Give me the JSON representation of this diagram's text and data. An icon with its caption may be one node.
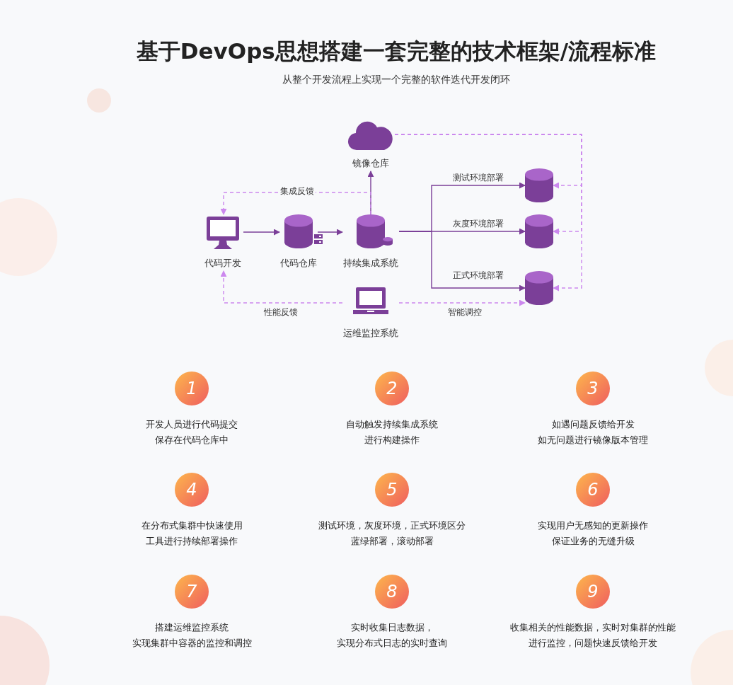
{
  "diagram": {
    "title": "基于DevOps思想搭建一套完整的技术框架/流程标准",
    "caption": "从整个开发流程上实现一个完整的软件迭代开发闭环",
    "nodes": [
      {
        "text": [
          "代码开发"
        ]
      },
      {
        "text": [
          "代码仓库"
        ]
      },
      {
        "text": [
          "持续集成系统"
        ]
      },
      {
        "text": [
          "镜像仓库"
        ]
      },
      {
        "text": [],
        "shape": "cylinder"
      },
      {
        "text": [],
        "shape": "cylinder"
      },
      {
        "text": [],
        "shape": "cylinder"
      },
      {
        "text": [
          "运维监控系统"
        ]
      },
      {
        "text": [
          "1"
        ],
        "beside": [
          "开发人员进行代码提交",
          "保存在代码仓库中"
        ]
      },
      {
        "text": [
          "2"
        ],
        "beside": [
          "自动触发持续集成系统",
          "进行构建操作"
        ]
      },
      {
        "text": [
          "3"
        ],
        "beside": [
          "如遇问题反馈给开发",
          "如无问题进行镜像版本管理"
        ]
      },
      {
        "text": [
          "4"
        ],
        "beside": [
          "在分布式集群中快速使用",
          "工具进行持续部署操作"
        ]
      },
      {
        "text": [
          "5"
        ],
        "beside": [
          "测试环境，灰度环境，正式环境区分",
          "蓝绿部署，滚动部署"
        ]
      },
      {
        "text": [
          "6"
        ],
        "beside": [
          "实现用户无感知的更新操作",
          "保证业务的无缝升级"
        ]
      },
      {
        "text": [
          "7"
        ],
        "beside": [
          "搭建运维监控系统",
          "实现集群中容器的监控和调控"
        ]
      },
      {
        "text": [
          "8"
        ],
        "beside": [
          "实时收集日志数据，",
          "实现分布式日志的实时查询"
        ]
      },
      {
        "text": [
          "9"
        ],
        "beside": [
          "收集相关的性能数据，实时对集群的性能",
          "进行监控，问题快速反馈给开发"
        ]
      }
    ],
    "edges": [
      {
        "from": 0,
        "to": 1,
        "arrow": "to"
      },
      {
        "from": 1,
        "to": 2,
        "arrow": "to"
      },
      {
        "from": 2,
        "to": 3,
        "arrow": "to"
      },
      {
        "from": 2,
        "to": 0,
        "arrow": "to",
        "label": "集成反馈",
        "style": "dashed",
        "color": "#cc88ee"
      },
      {
        "from": 2,
        "to": 4,
        "arrow": "to",
        "label": "测试环境部署"
      },
      {
        "from": 2,
        "to": 5,
        "arrow": "to",
        "label": "灰度环境部署"
      },
      {
        "from": 2,
        "to": 6,
        "arrow": "to",
        "label": "正式环境部署"
      },
      {
        "from": 7,
        "to": 0,
        "arrow": "to",
        "label": "性能反馈",
        "style": "dashed",
        "color": "#cc88ee"
      },
      {
        "from": 7,
        "to": 6,
        "arrow": "to",
        "label": "智能调控",
        "style": "dashed",
        "color": "#cc88ee"
      },
      {
        "from": 3,
        "to": 4,
        "arrow": "to",
        "style": "dashed",
        "color": "#cc88ee"
      },
      {
        "from": 3,
        "to": 5,
        "arrow": "to",
        "style": "dashed",
        "color": "#cc88ee"
      },
      {
        "from": 3,
        "to": 6,
        "arrow": "to",
        "style": "dashed",
        "color": "#cc88ee"
      }
    ]
  }
}
